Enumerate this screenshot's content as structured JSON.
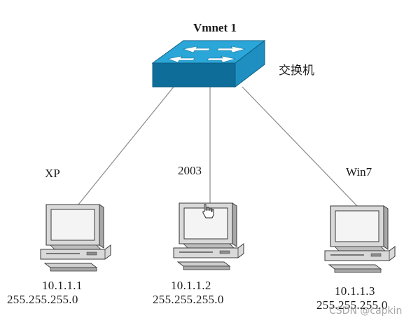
{
  "switch": {
    "title": "Vmnet 1",
    "caption": "交换机",
    "top_color": "#2aa7d8",
    "side_color": "#1e8fc0",
    "front_color": "#0f6e99"
  },
  "hosts": [
    {
      "name": "XP",
      "ip": "10.1.1.1",
      "mask": "255.255.255.0"
    },
    {
      "name": "2003",
      "ip": "10.1.1.2",
      "mask": "255.255.255.0"
    },
    {
      "name": "Win7",
      "ip": "10.1.1.3",
      "mask": "255.255.255.0"
    }
  ],
  "watermark": "CSDN @capkin",
  "colors": {
    "link_line": "#8a8a8a",
    "pc_body": "#d9d9d9",
    "pc_shadow": "#a8a8a8",
    "pc_outline": "#3a3a3a",
    "screen": "#f4f4f4"
  },
  "icons": {
    "switch": "network-switch-icon",
    "pc": "desktop-computer-icon",
    "cursor": "hand-pointer-icon"
  }
}
